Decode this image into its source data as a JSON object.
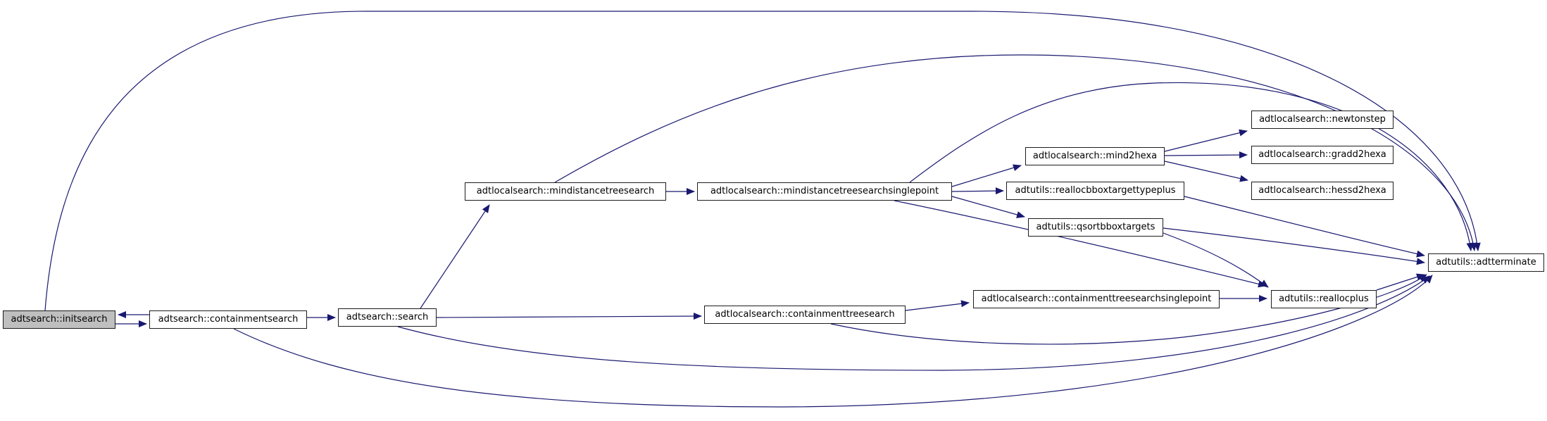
{
  "diagram": {
    "type": "doxygen-call-graph",
    "background_color": "#ffffff",
    "edge_color": "#191970",
    "node_border_color": "#1c1c1c",
    "node_fill_color": "#ffffff",
    "highlighted_node_fill_color": "#bfbfbf",
    "nodes": [
      {
        "id": "initsearch",
        "label": "adtsearch::initsearch",
        "highlighted": true
      },
      {
        "id": "containmentsearch",
        "label": "adtsearch::containmentsearch",
        "highlighted": false
      },
      {
        "id": "search",
        "label": "adtsearch::search",
        "highlighted": false
      },
      {
        "id": "mindistancetreesearch",
        "label": "adtlocalsearch::mindistancetreesearch",
        "highlighted": false
      },
      {
        "id": "mindistancetreesearchsinglepoint",
        "label": "adtlocalsearch::mindistancetreesearchsinglepoint",
        "highlighted": false
      },
      {
        "id": "containmenttreesearch",
        "label": "adtlocalsearch::containmenttreesearch",
        "highlighted": false
      },
      {
        "id": "mind2hexa",
        "label": "adtlocalsearch::mind2hexa",
        "highlighted": false
      },
      {
        "id": "reallocbboxtargettypeplus",
        "label": "adtutils::reallocbboxtargettypeplus",
        "highlighted": false
      },
      {
        "id": "qsortbboxtargets",
        "label": "adtutils::qsortbboxtargets",
        "highlighted": false
      },
      {
        "id": "containmenttreesearchsinglepoint",
        "label": "adtlocalsearch::containmenttreesearchsinglepoint",
        "highlighted": false
      },
      {
        "id": "reallocplus",
        "label": "adtutils::reallocplus",
        "highlighted": false
      },
      {
        "id": "newtonstep",
        "label": "adtlocalsearch::newtonstep",
        "highlighted": false
      },
      {
        "id": "gradd2hexa",
        "label": "adtlocalsearch::gradd2hexa",
        "highlighted": false
      },
      {
        "id": "hessd2hexa",
        "label": "adtlocalsearch::hessd2hexa",
        "highlighted": false
      },
      {
        "id": "adtterminate",
        "label": "adtutils::adtterminate",
        "highlighted": false
      }
    ],
    "edges": [
      {
        "from": "containmentsearch",
        "to": "initsearch"
      },
      {
        "from": "initsearch",
        "to": "containmentsearch"
      },
      {
        "from": "containmentsearch",
        "to": "search"
      },
      {
        "from": "search",
        "to": "mindistancetreesearch"
      },
      {
        "from": "search",
        "to": "containmenttreesearch"
      },
      {
        "from": "mindistancetreesearch",
        "to": "mindistancetreesearchsinglepoint"
      },
      {
        "from": "mindistancetreesearchsinglepoint",
        "to": "mind2hexa"
      },
      {
        "from": "mindistancetreesearchsinglepoint",
        "to": "reallocbboxtargettypeplus"
      },
      {
        "from": "mindistancetreesearchsinglepoint",
        "to": "qsortbboxtargets"
      },
      {
        "from": "mindistancetreesearchsinglepoint",
        "to": "reallocplus"
      },
      {
        "from": "mindistancetreesearchsinglepoint",
        "to": "adtterminate"
      },
      {
        "from": "mind2hexa",
        "to": "newtonstep"
      },
      {
        "from": "mind2hexa",
        "to": "gradd2hexa"
      },
      {
        "from": "mind2hexa",
        "to": "hessd2hexa"
      },
      {
        "from": "containmenttreesearch",
        "to": "containmenttreesearchsinglepoint"
      },
      {
        "from": "containmenttreesearch",
        "to": "adtterminate"
      },
      {
        "from": "containmenttreesearchsinglepoint",
        "to": "reallocplus"
      },
      {
        "from": "qsortbboxtargets",
        "to": "reallocplus"
      },
      {
        "from": "qsortbboxtargets",
        "to": "adtterminate"
      },
      {
        "from": "reallocbboxtargettypeplus",
        "to": "adtterminate"
      },
      {
        "from": "reallocplus",
        "to": "adtterminate"
      },
      {
        "from": "initsearch",
        "to": "adtterminate"
      },
      {
        "from": "mindistancetreesearch",
        "to": "adtterminate"
      },
      {
        "from": "search",
        "to": "adtterminate"
      },
      {
        "from": "containmentsearch",
        "to": "adtterminate"
      }
    ]
  }
}
